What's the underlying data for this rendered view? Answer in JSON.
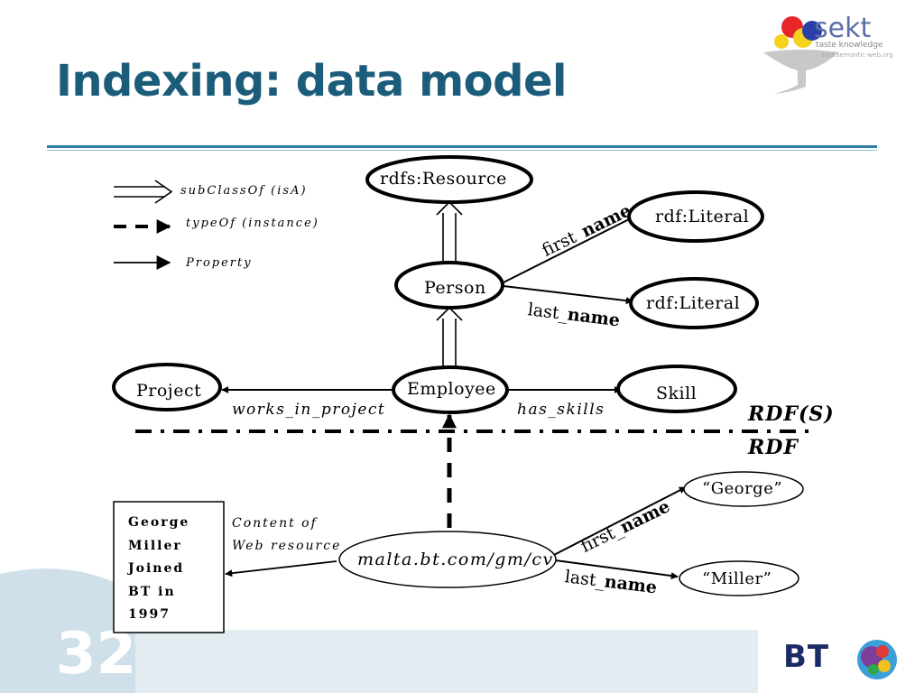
{
  "slide": {
    "title": "Indexing: data model",
    "page_number": "32"
  },
  "logos": {
    "sekt": {
      "name": "sekt",
      "tagline": "taste knowledge",
      "url_text": "sekt.semantic-web.org"
    },
    "bt": {
      "name": "BT"
    }
  },
  "legend": {
    "subclass": "subClassOf (isA)",
    "typeof": "typeOf (instance)",
    "property": "Property"
  },
  "nodes": {
    "resource": "rdfs:Resource",
    "literal_first": "rdf:Literal",
    "literal_last": "rdf:Literal",
    "person": "Person",
    "employee": "Employee",
    "project": "Project",
    "skill": "Skill",
    "instance": "malta.bt.com/gm/cv",
    "george": "“George”",
    "miller": "“Miller”"
  },
  "edges": {
    "works_in_project": "works_in_project",
    "has_skills": "has_skills",
    "first_name_prefix": "first_",
    "name_suffix": "name",
    "last_name_prefix": "last_",
    "content_of": [
      "Content of",
      "Web resource"
    ]
  },
  "layers": {
    "upper": "RDF(S)",
    "lower": "RDF"
  },
  "content_box": [
    "George",
    "Miller",
    "Joined",
    "BT in",
    "1997"
  ],
  "colors": {
    "title": "#1a5c7a",
    "rule": "#2e7da8",
    "bt_navy": "#1c2a66"
  }
}
